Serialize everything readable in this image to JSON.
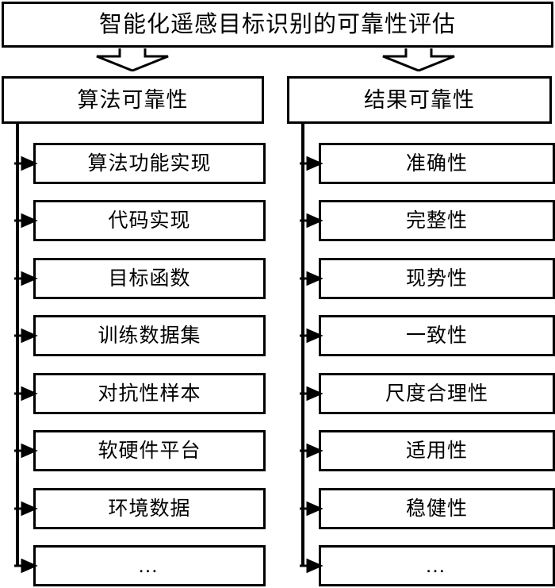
{
  "diagram": {
    "type": "hierarchy-tree",
    "title": "智能化遥感目标识别的可靠性评估",
    "columns": [
      {
        "id": "algorithm-reliability",
        "header": "算法可靠性",
        "items": [
          "算法功能实现",
          "代码实现",
          "目标函数",
          "训练数据集",
          "对抗性样本",
          "软硬件平台",
          "环境数据",
          "…"
        ]
      },
      {
        "id": "result-reliability",
        "header": "结果可靠性",
        "items": [
          "准确性",
          "完整性",
          "现势性",
          "一致性",
          "尺度合理性",
          "适用性",
          "稳健性",
          "…"
        ]
      }
    ],
    "colors": {
      "stroke": "#000000",
      "fill": "#ffffff",
      "text": "#000000"
    },
    "icons": {
      "down-block-arrow": "down-block-arrow-icon",
      "right-arrow": "right-arrow-icon"
    }
  }
}
